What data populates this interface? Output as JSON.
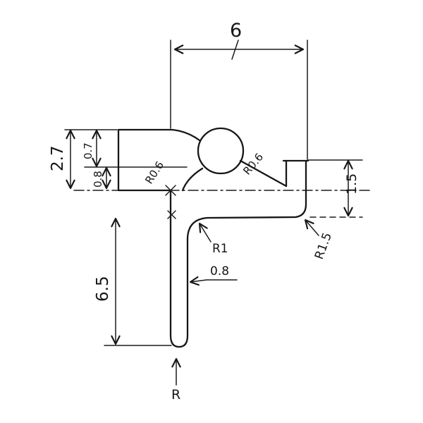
{
  "meta": {
    "background": "#ffffff",
    "ink_color": "#161616",
    "drawing_type": "hand-drawn profile cross-section with dimensions"
  },
  "labels": {
    "width_top": "6",
    "height_left": "2.7",
    "wall_left_a": "0.7",
    "wall_left_b": "0.8",
    "radius_throat": "R0.6",
    "radius_slope": "R0.6",
    "step_right": "1.5",
    "radius_fillet_right": "R1.5",
    "radius_fillet_inner": "R1",
    "wall_stem": "0.8",
    "height_stem": "6.5",
    "radius_bottom": "R"
  }
}
